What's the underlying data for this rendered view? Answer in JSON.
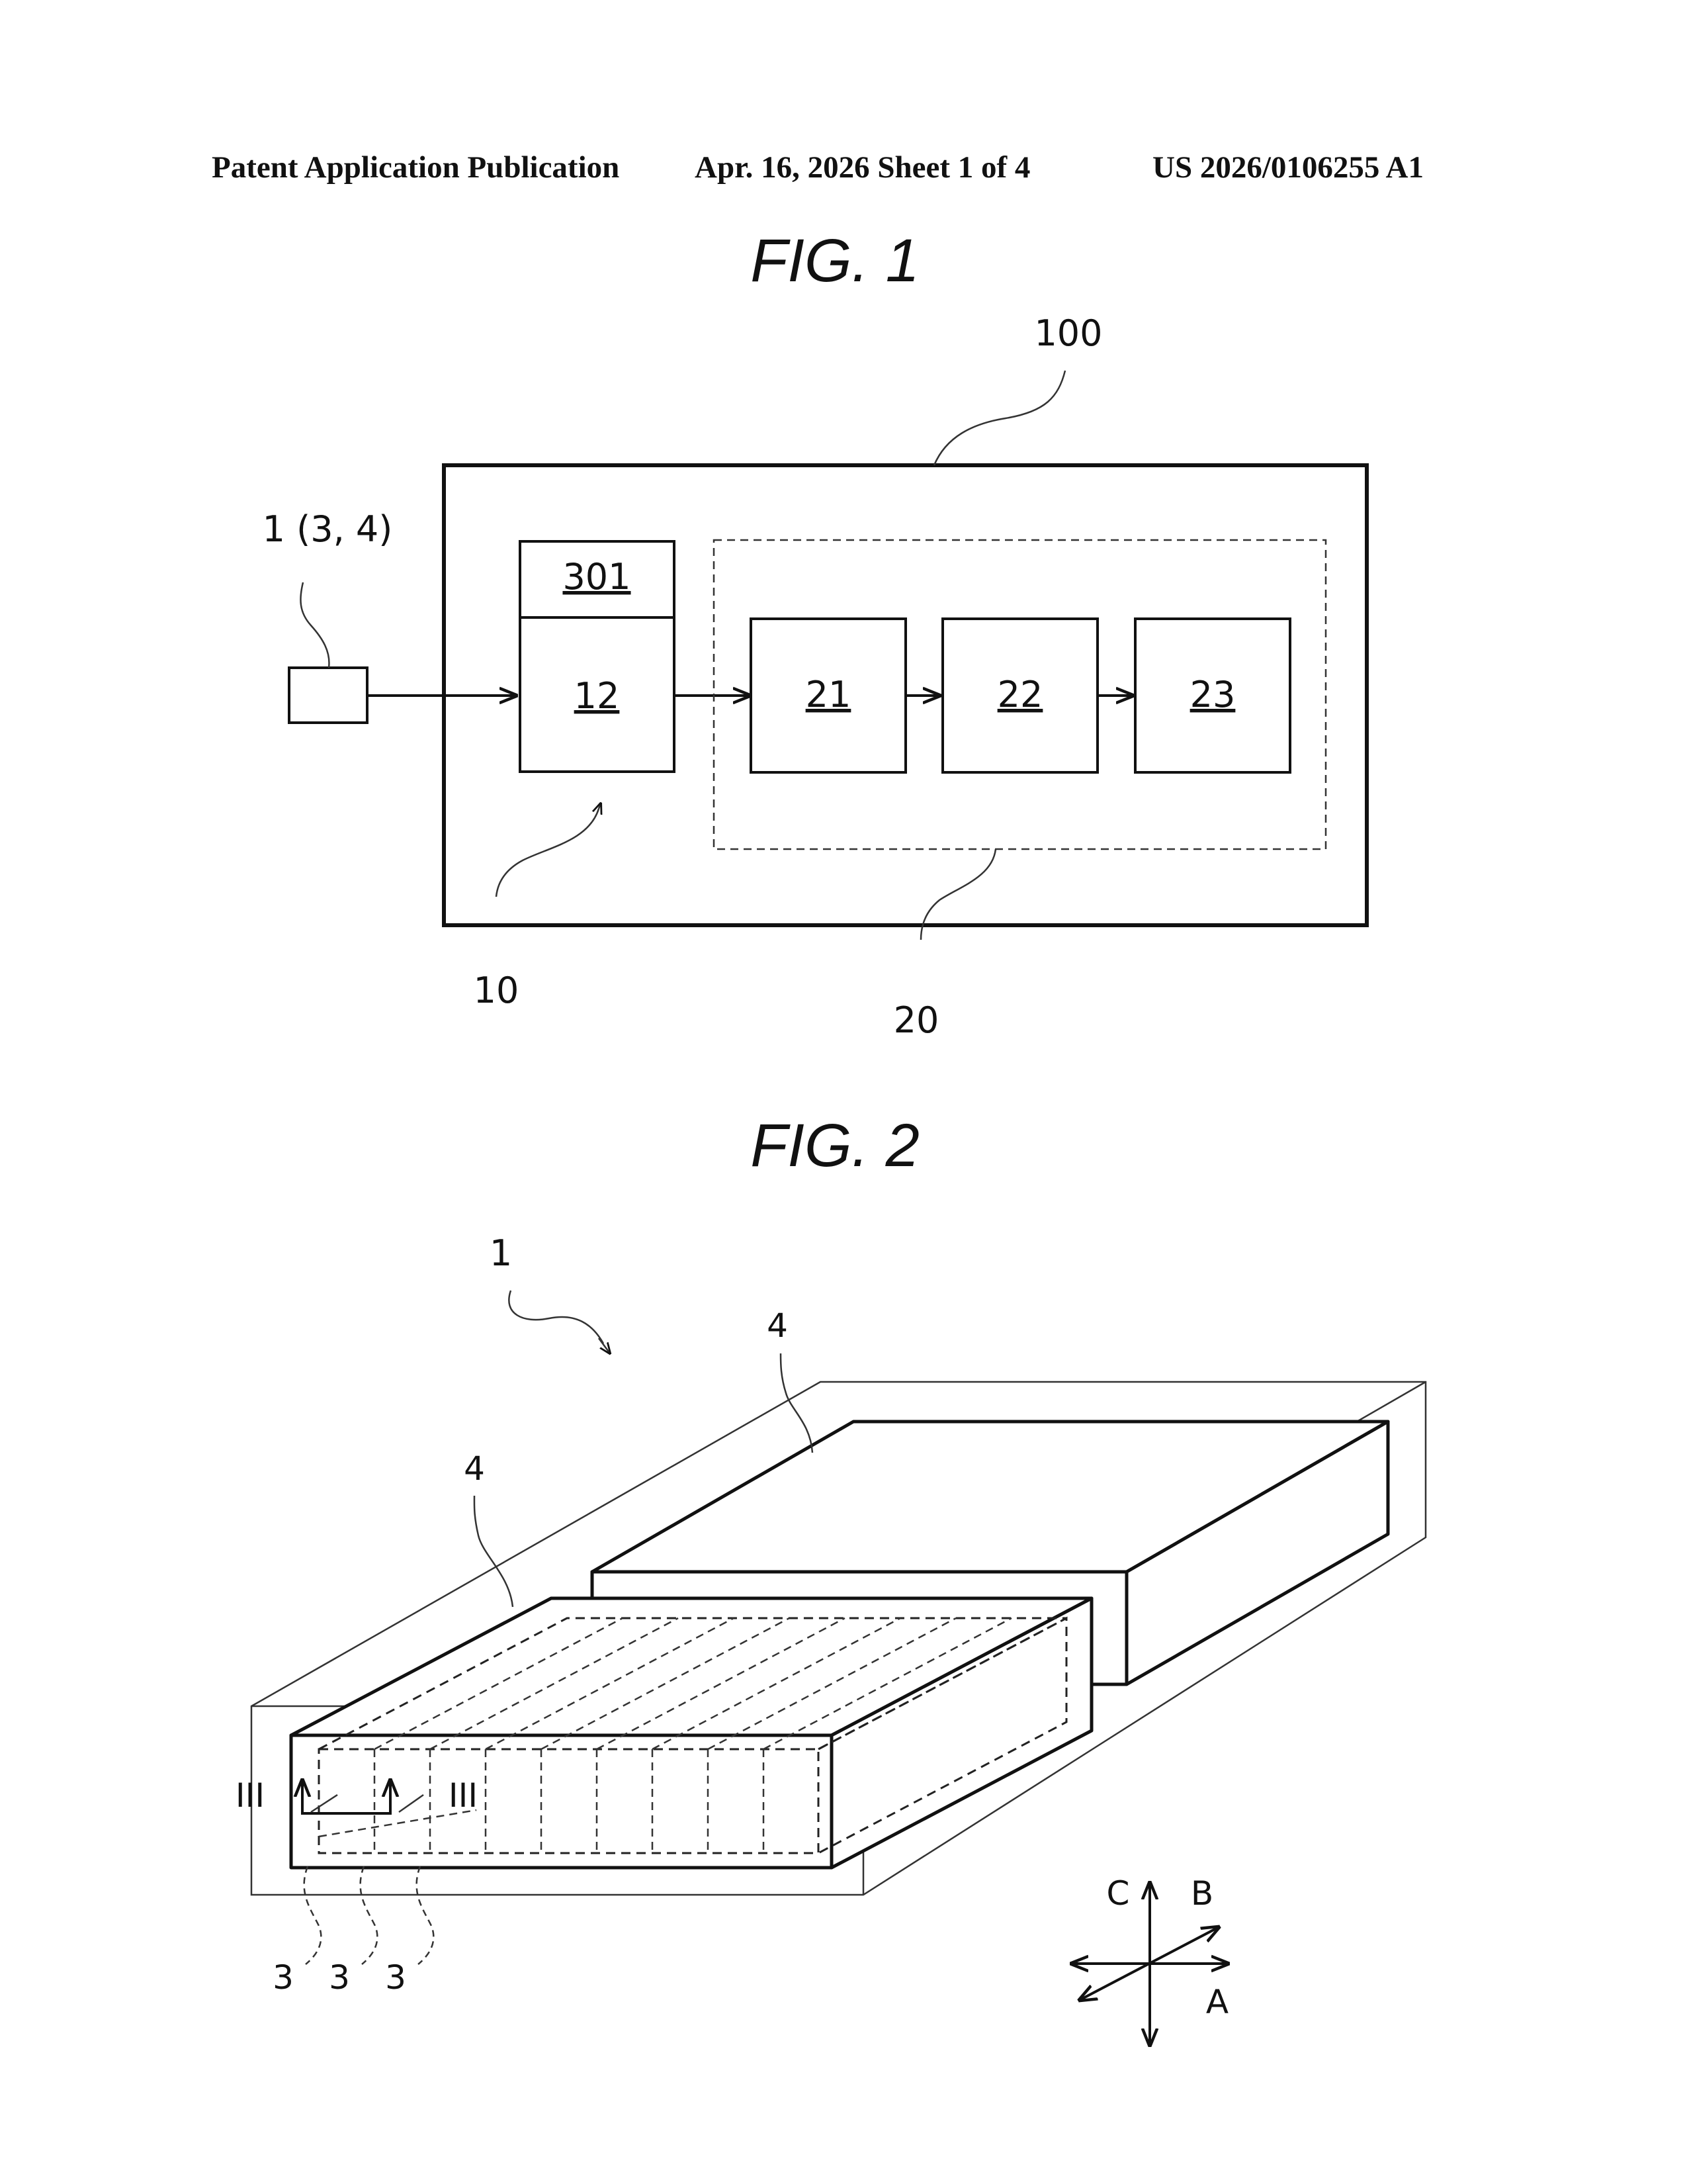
{
  "header": {
    "publication": "Patent Application Publication",
    "date_sheet": "Apr. 16, 2026  Sheet 1 of 4",
    "number": "US 2026/0106255 A1"
  },
  "fig1": {
    "title": "FIG. 1",
    "ref_100": "100",
    "ref_input": "1 (3, 4)",
    "ref_301": "301",
    "ref_12": "12",
    "ref_21": "21",
    "ref_22": "22",
    "ref_23": "23",
    "ref_10": "10",
    "ref_20": "20"
  },
  "fig2": {
    "title": "FIG. 2",
    "ref_1": "1",
    "ref_4_upper": "4",
    "ref_4_lower": "4",
    "section_left": "III",
    "section_right": "III",
    "cell_refs": [
      "3",
      "3",
      "3"
    ],
    "axis_c": "C",
    "axis_b": "B",
    "axis_a": "A"
  }
}
